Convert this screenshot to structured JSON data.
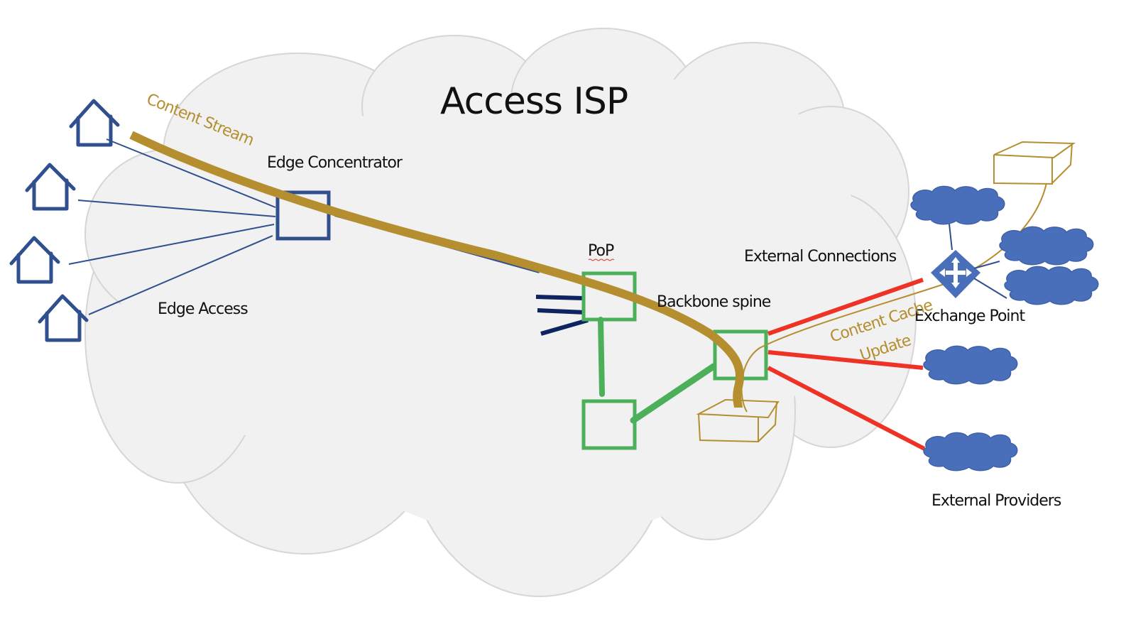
{
  "title": "Access ISP",
  "colors": {
    "cloud_fill": "#f1f1f1",
    "cloud_stroke": "#d6d6d6",
    "edge_blue": "#2f4f8f",
    "dark_navy": "#0e2461",
    "backbone_green": "#4caf5a",
    "content_gold": "#b58e2f",
    "external_red": "#ee3326",
    "provider_blue": "#4a6fba"
  },
  "labels": {
    "content_stream": "Content Stream",
    "edge_concentrator": "Edge Concentrator",
    "edge_access": "Edge Access",
    "pop": "PoP",
    "backbone_spine": "Backbone spine",
    "external_connections": "External Connections",
    "exchange_point": "Exchange Point",
    "content_cache_update_line1": "Content Cache",
    "content_cache_update_line2": "Update",
    "external_providers": "External Providers"
  },
  "nodes": {
    "homes": [
      "home-1",
      "home-2",
      "home-3",
      "home-4"
    ],
    "edge_concentrator": "edge-concentrator",
    "pop_routers": [
      "pop-router",
      "backbone-router-lower",
      "backbone-router-border"
    ],
    "caches": [
      "content-cache-local",
      "content-cache-external"
    ],
    "exchange_point": "exchange-point",
    "external_clouds": [
      "provider-cloud-1",
      "provider-cloud-2",
      "provider-cloud-3",
      "provider-cloud-4",
      "provider-cloud-5"
    ]
  }
}
